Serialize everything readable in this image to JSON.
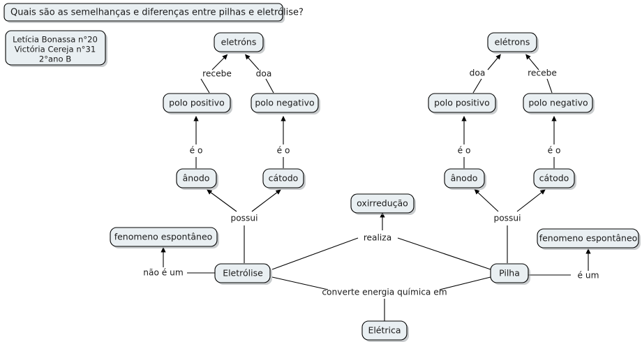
{
  "title_box": {
    "text": "Quais são as semelhanças e diferenças entre pilhas e eletrólise?"
  },
  "author_box": {
    "line1": "Letícia Bonassa n°20",
    "line2": "Victória Cereja n°31",
    "line3": "2°ano B"
  },
  "colors": {
    "node_fill": "#e9eff2",
    "node_stroke": "#000000",
    "text": "#1a1a1a",
    "canvas": "#ffffff"
  },
  "nodes": {
    "left_eletrons": "eletróns",
    "left_polo_positivo": "polo positivo",
    "left_polo_negativo": "polo negativo",
    "left_anodo": "ânodo",
    "left_catodo": "cátodo",
    "left_fenomeno": "fenomeno espontâneo",
    "eletrolise": "Eletrólise",
    "oxirreducao": "oxirredução",
    "eletrica": "Elétrica",
    "pilha": "Pilha",
    "right_eletrons": "elétrons",
    "right_polo_positivo": "polo positivo",
    "right_polo_negativo": "polo negativo",
    "right_anodo": "ânodo",
    "right_catodo": "cátodo",
    "right_fenomeno": "fenomeno espontâneo"
  },
  "link_labels": {
    "left_recebe": "recebe",
    "left_doa": "doa",
    "left_eo_anodo": "é o",
    "left_eo_catodo": "é o",
    "left_possui": "possui",
    "nao_e_um": "não é um",
    "realiza": "realiza",
    "converte": "converte energia química em",
    "e_um": "é um",
    "right_doa": "doa",
    "right_recebe": "recebe",
    "right_eo_anodo": "é o",
    "right_eo_catodo": "é o",
    "right_possui": "possui"
  }
}
